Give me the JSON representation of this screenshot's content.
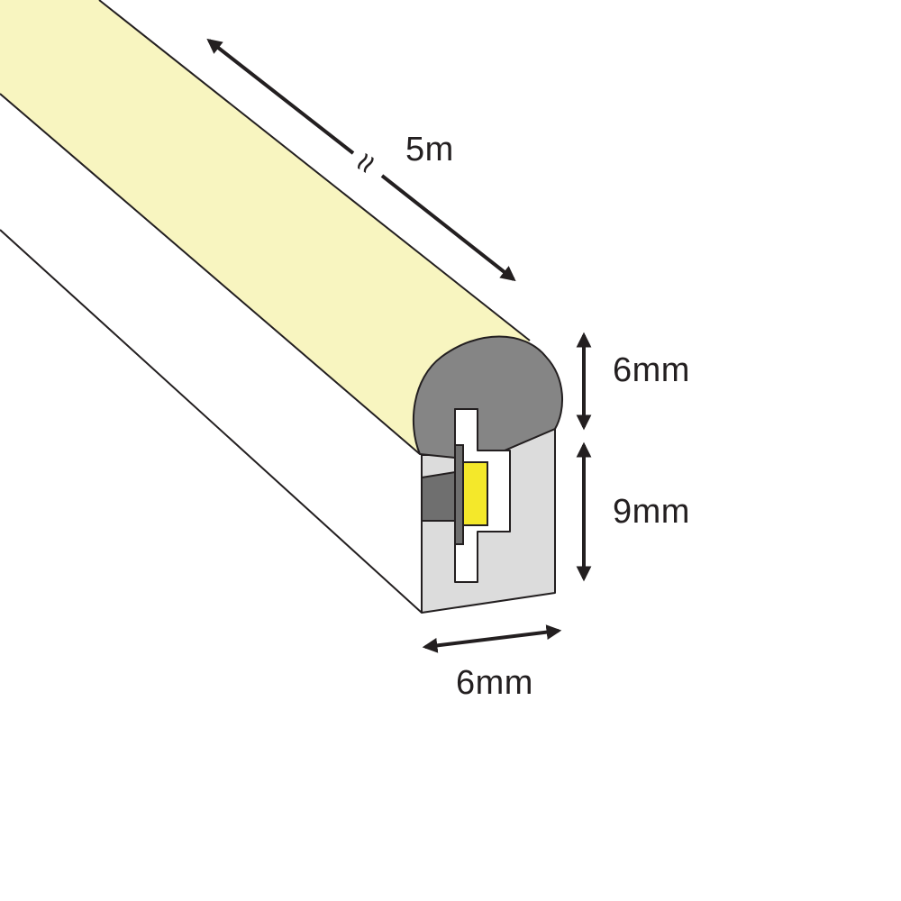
{
  "diagram": {
    "dimensions": {
      "length": "5m",
      "top_height": "6mm",
      "base_height": "9mm",
      "width": "6mm"
    },
    "break_symbol": "≈",
    "colors": {
      "dome": "#f8f5c0",
      "cap_face": "#858585",
      "base_face": "#dcdcdc",
      "channel": "#ffffff",
      "led_chip": "#f4e82a",
      "pcb": "#6f6f6f",
      "outline": "#231f20"
    }
  }
}
